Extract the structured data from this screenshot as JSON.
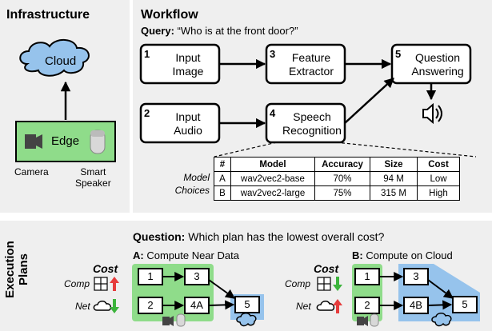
{
  "infrastructure": {
    "title": "Infrastructure",
    "cloud": "Cloud",
    "edge": "Edge",
    "camera": "Camera",
    "smart_speaker": [
      "Smart",
      "Speaker"
    ]
  },
  "workflow": {
    "title": "Workflow",
    "query_label": "Query:",
    "query_text": " “Who is at the front door?”",
    "nodes": [
      {
        "num": "1",
        "lines": [
          "Input",
          "Image"
        ]
      },
      {
        "num": "2",
        "lines": [
          "Input",
          "Audio"
        ]
      },
      {
        "num": "3",
        "lines": [
          "Feature",
          "Extractor"
        ]
      },
      {
        "num": "4",
        "lines": [
          "Speech",
          "Recognition"
        ]
      },
      {
        "num": "5",
        "lines": [
          "Question",
          "Answering"
        ]
      }
    ],
    "model_choices_label": [
      "Model",
      "Choices"
    ],
    "table": {
      "headers": [
        "#",
        "Model",
        "Accuracy",
        "Size",
        "Cost"
      ],
      "rows": [
        [
          "A",
          "wav2vec2-base",
          "70%",
          "94 M",
          "Low"
        ],
        [
          "B",
          "wav2vec2-large",
          "75%",
          "315 M",
          "High"
        ]
      ]
    }
  },
  "execution": {
    "side_label": [
      "Execution",
      "Plans"
    ],
    "question_label": "Question:",
    "question_text": " Which plan has the lowest overall cost?",
    "cost": "Cost",
    "comp": "Comp",
    "net": "Net",
    "plan_a": {
      "letter": "A:",
      "title": " Compute Near Data",
      "nodes": [
        "1",
        "2",
        "3",
        "4A",
        "5"
      ]
    },
    "plan_b": {
      "letter": "B:",
      "title": " Compute on Cloud",
      "nodes": [
        "1",
        "2",
        "3",
        "4B",
        "5"
      ]
    },
    "colors": {
      "edge_green": "#8fdc8a",
      "cloud_blue": "#96c3ec",
      "up_red": "#e63c3c",
      "down_green": "#3cb43c"
    }
  }
}
